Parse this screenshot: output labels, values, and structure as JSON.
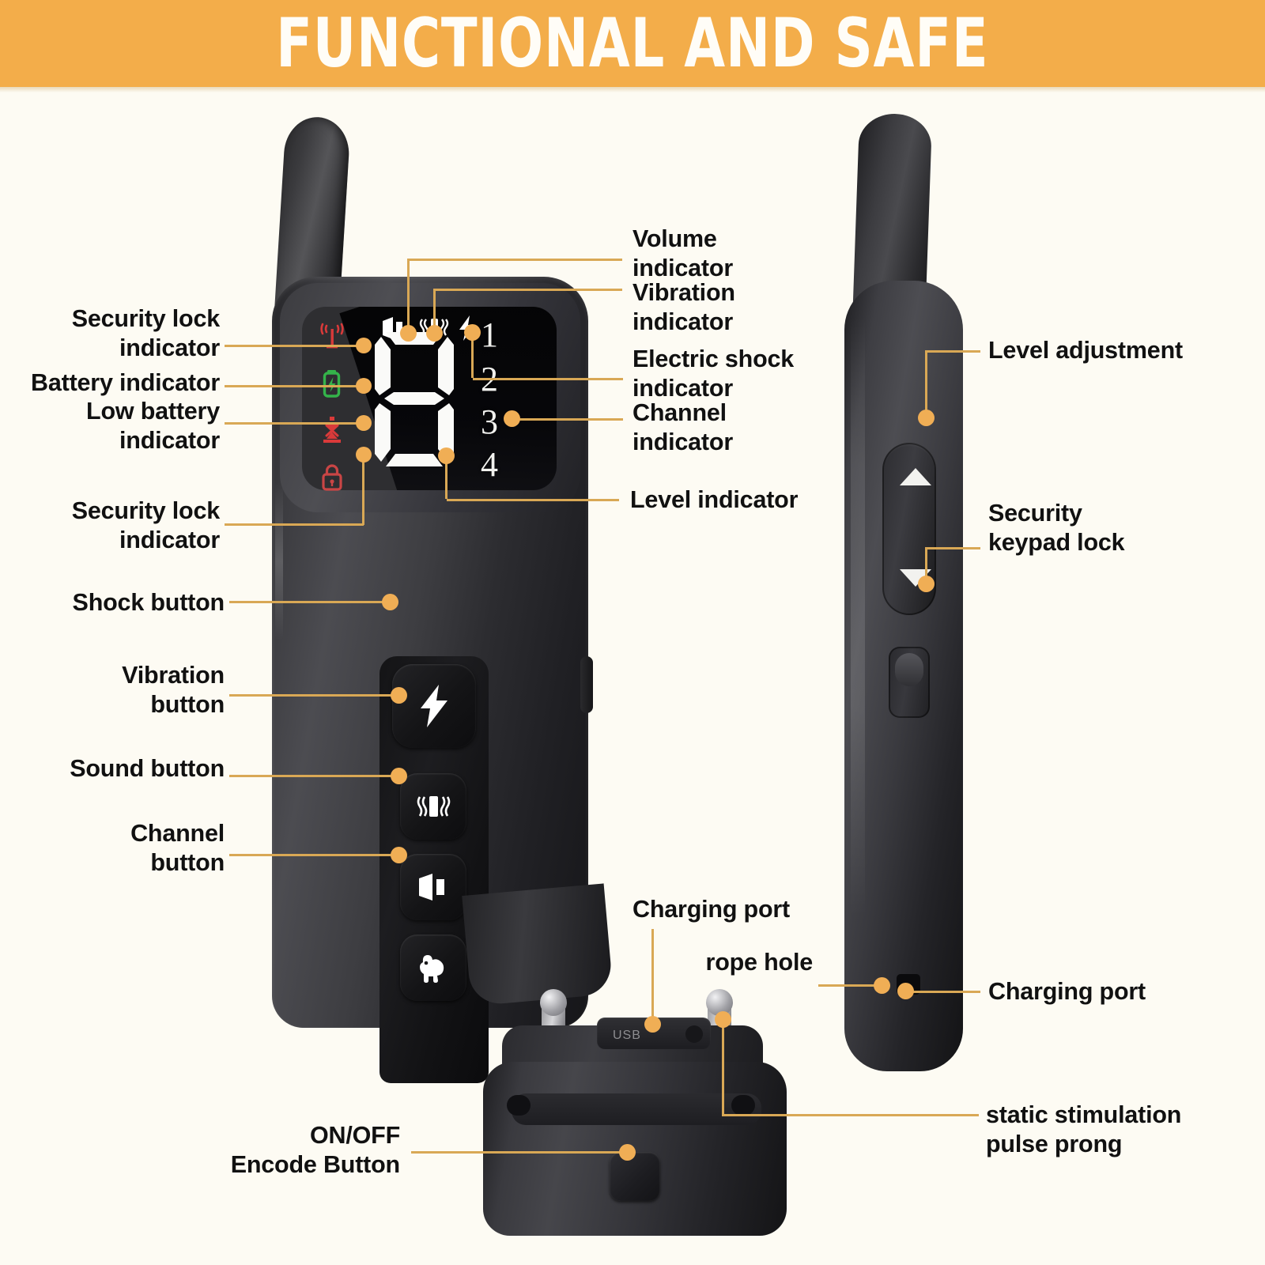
{
  "banner": {
    "title": "FUNCTIONAL AND SAFE",
    "bg_color": "#F3AD4A",
    "text_color": "#FFFDF7"
  },
  "page": {
    "background_color": "#FDFBF3",
    "leader_color": "#D9A855",
    "dot_color": "#F0AE55"
  },
  "remote_front": {
    "display": {
      "status_icons_left": [
        {
          "name": "signal-indicator-icon",
          "color": "#D93A3A"
        },
        {
          "name": "battery-charging-icon",
          "color": "#34B34A"
        },
        {
          "name": "low-battery-icon",
          "color": "#D93A3A"
        },
        {
          "name": "lock-icon",
          "color": "#C94545"
        }
      ],
      "mode_icons_top": [
        {
          "name": "speaker-icon",
          "color": "#FFFFFF"
        },
        {
          "name": "vibration-icon",
          "color": "#FFFFFF"
        },
        {
          "name": "lightning-icon",
          "color": "#FFFFFF"
        }
      ],
      "level_value": "8",
      "channels": [
        "1",
        "2",
        "3",
        "4"
      ]
    },
    "buttons": [
      {
        "name": "shock-button",
        "icon": "lightning-icon"
      },
      {
        "name": "vibration-button",
        "icon": "vibration-icon"
      },
      {
        "name": "sound-button",
        "icon": "speaker-icon"
      },
      {
        "name": "channel-button",
        "icon": "dog-icon"
      }
    ]
  },
  "remote_side": {
    "rocker": {
      "up_icon": "triangle-up-icon",
      "down_icon": "triangle-down-icon"
    },
    "switch": {
      "name": "keypad-lock-switch"
    },
    "port": {
      "name": "charging-port"
    }
  },
  "receiver": {
    "port_label": "USB",
    "power_button": "on-off-encode-button",
    "prongs": 2
  },
  "labels": {
    "security_lock_top": "Security lock\nindicator",
    "battery": "Battery indicator",
    "low_battery": "Low battery\nindicator",
    "security_lock_bottom": "Security lock\nindicator",
    "shock_button": "Shock button",
    "vibration_button": "Vibration\nbutton",
    "sound_button": "Sound button",
    "channel_button": "Channel\nbutton",
    "volume_indicator": "Volume\nindicator",
    "vibration_indicator": "Vibration\nindicator",
    "electric_shock_indicator": "Electric shock\nindicator",
    "channel_indicator": "Channel\nindicator",
    "level_indicator": "Level indicator",
    "level_adjustment": "Level adjustment",
    "security_keypad_lock": "Security\nkeypad lock",
    "charging_port_receiver": "Charging port",
    "rope_hole": "rope hole",
    "charging_port_remote": "Charging port",
    "static_pulse_prong": "static stimulation\npulse prong",
    "on_off_encode": "ON/OFF\nEncode Button"
  }
}
